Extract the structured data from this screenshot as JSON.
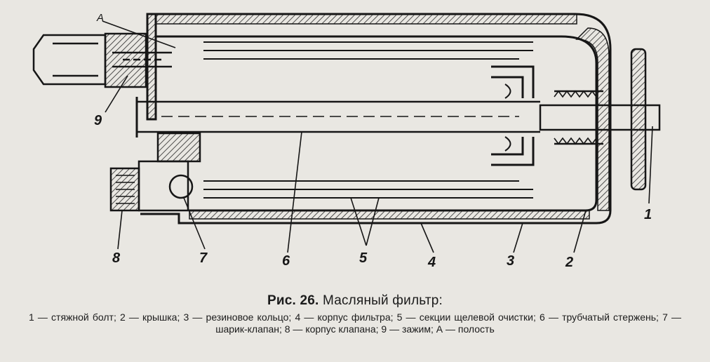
{
  "figure": {
    "caption_label": "Рис. 26.",
    "caption_title": "Масляный фильтр:",
    "legend_text": "1 — стяжной болт; 2 — крышка; 3 — резиновое кольцо; 4 — корпус фильтра; 5 — секции щелевой очистки; 6 — трубчатый стержень; 7 — шарик-клапан; 8 — корпус клапана; 9 — зажим; А — полость",
    "callouts": {
      "n1": "1",
      "n2": "2",
      "n3": "3",
      "n4": "4",
      "n5": "5",
      "n6": "6",
      "n7": "7",
      "n8": "8",
      "n9": "9",
      "a": "А"
    }
  },
  "colors": {
    "ink": "#161616",
    "paper": "#e9e7e2",
    "hatch": "#2a2a2a"
  }
}
